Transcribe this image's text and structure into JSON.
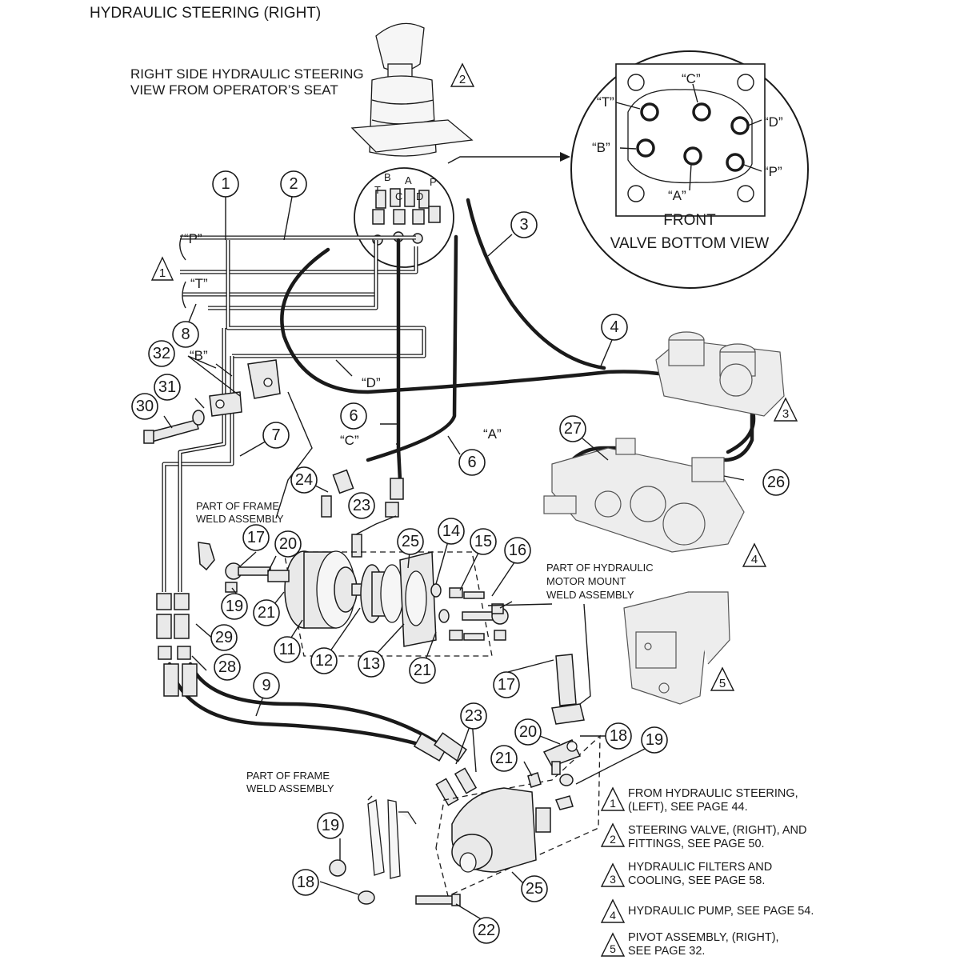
{
  "page_title": "HYDRAULIC STEERING  (RIGHT)",
  "view_caption": {
    "line1": "RIGHT SIDE HYDRAULIC STEERING",
    "line2": "VIEW FROM OPERATOR’S SEAT"
  },
  "valve_detail": {
    "ports": {
      "C": "“C”",
      "T": "“T”",
      "D": "“D”",
      "B": "“B”",
      "P": "“P”",
      "A": "“A”"
    },
    "small_port_letters": [
      "B",
      "A",
      "T",
      "C",
      "D",
      "P"
    ],
    "caption_line1": "FRONT",
    "caption_line2": "VALVE BOTTOM VIEW"
  },
  "line_tags": {
    "P": "“P”",
    "T": "“T”",
    "B": "“B”",
    "D": "“D”",
    "C": "“C”",
    "A": "“A”"
  },
  "frame_labels": {
    "frame_weld_1_line1": "PART OF FRAME",
    "frame_weld_1_line2": "WELD ASSEMBLY",
    "motor_mount_line1": "PART OF HYDRAULIC",
    "motor_mount_line2": "MOTOR MOUNT",
    "motor_mount_line3": "WELD ASSEMBLY",
    "frame_weld_2_line1": "PART OF FRAME",
    "frame_weld_2_line2": "WELD ASSEMBLY"
  },
  "callouts": {
    "c1": "1",
    "c2": "2",
    "c3": "3",
    "c4": "4",
    "c6a": "6",
    "c6b": "6",
    "c7": "7",
    "c8": "8",
    "c9": "9",
    "c11": "11",
    "c12": "12",
    "c13": "13",
    "c14": "14",
    "c15": "15",
    "c16": "16",
    "c17a": "17",
    "c17b": "17",
    "c18a": "18",
    "c18b": "18",
    "c19a": "19",
    "c19b": "19",
    "c19c": "19",
    "c20a": "20",
    "c20b": "20",
    "c21a": "21",
    "c21b": "21",
    "c21c": "21",
    "c22": "22",
    "c23a": "23",
    "c23b": "23",
    "c24": "24",
    "c25a": "25",
    "c25b": "25",
    "c26": "26",
    "c27": "27",
    "c28": "28",
    "c29": "29",
    "c30": "30",
    "c31": "31",
    "c32": "32"
  },
  "reference_triangles": {
    "t1": "1",
    "t2": "2",
    "t3": "3",
    "t4": "4",
    "t5": "5"
  },
  "legend": [
    {
      "num": "1",
      "line1": "FROM HYDRAULIC STEERING,",
      "line2": "(LEFT), SEE PAGE 44."
    },
    {
      "num": "2",
      "line1": "STEERING VALVE, (RIGHT), AND",
      "line2": "FITTINGS, SEE PAGE 50."
    },
    {
      "num": "3",
      "line1": "HYDRAULIC FILTERS AND",
      "line2": "COOLING, SEE PAGE 58."
    },
    {
      "num": "4",
      "line1": "HYDRAULIC PUMP, SEE PAGE 54.",
      "line2": ""
    },
    {
      "num": "5",
      "line1": "PIVOT ASSEMBLY, (RIGHT),",
      "line2": "SEE PAGE 32."
    }
  ]
}
